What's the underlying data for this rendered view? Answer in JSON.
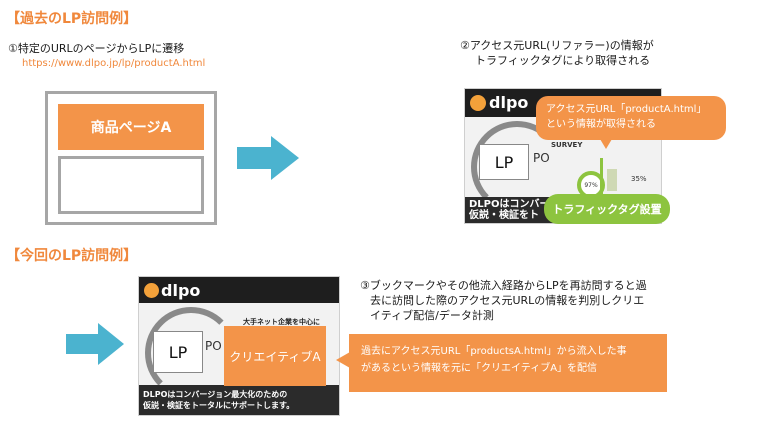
{
  "section1": {
    "title": "【過去のLP訪問例】",
    "step1": "①特定のURLのページからLPに遷移",
    "url": "https://www.dlpo.jp/lp/productA.html",
    "product_box": "商品ページA",
    "step2_line1": "②アクセス元URL(リファラー)の情報が",
    "step2_line2": "トラフィックタグにより取得される",
    "shot": {
      "logo": "dlpo",
      "lp_label": "LP",
      "po": "PO",
      "survey": "SURVEY",
      "pct": "97%",
      "pct2": "35%",
      "band_line1": "DLPOはコンバー",
      "band_line2": "仮説・検証をト"
    },
    "bubble_line1": "アクセス元URL「productA.html」",
    "bubble_line2": "という情報が取得される",
    "traffic_tag": "トラフィックタグ設置"
  },
  "section2": {
    "title": "【今回のLP訪問例】",
    "step3_line1": "③ブックマークやその他流入経路からLPを再訪問すると過",
    "step3_line2": "去に訪問した際のアクセス元URLの情報を判別しクリエ",
    "step3_line3": "イティブ配信/データ計測",
    "shot": {
      "logo": "dlpo",
      "lp_label": "LP",
      "po": "PO",
      "headline": "大手ネット企業を中心に",
      "band_line1": "DLPOはコンバージョン最大化のための",
      "band_line2": "仮説・検証をトータルにサポートします。"
    },
    "creative_box": "クリエイティブA",
    "callout_line1": "過去にアクセス元URL「productsA.html」から流入した事",
    "callout_line2": "があるという情報を元に「クリエイティブA」を配信"
  },
  "colors": {
    "orange": "#f39449",
    "teal": "#4bb3cf",
    "green": "#8dc43f",
    "dark": "#2b2b2b"
  }
}
